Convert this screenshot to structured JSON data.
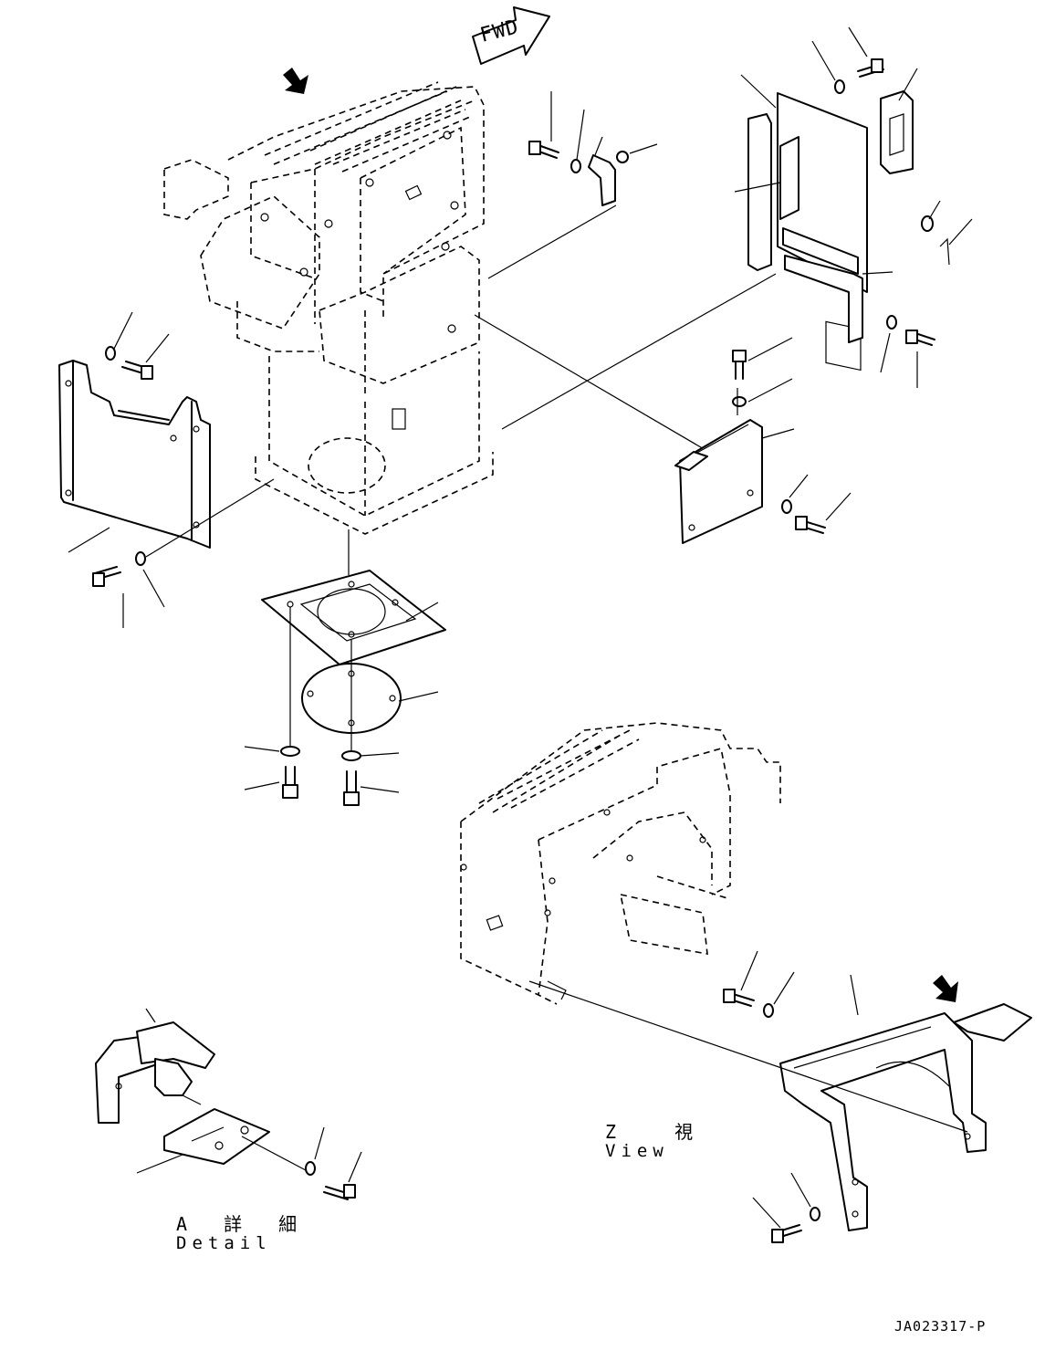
{
  "labels": {
    "fwd": "FWD",
    "z_view_jp": "Z 視",
    "z_view_en": "View",
    "a_detail_jp": "A 詳 細",
    "a_detail_en": "Detail",
    "drawing_number": "JA023317-P"
  }
}
